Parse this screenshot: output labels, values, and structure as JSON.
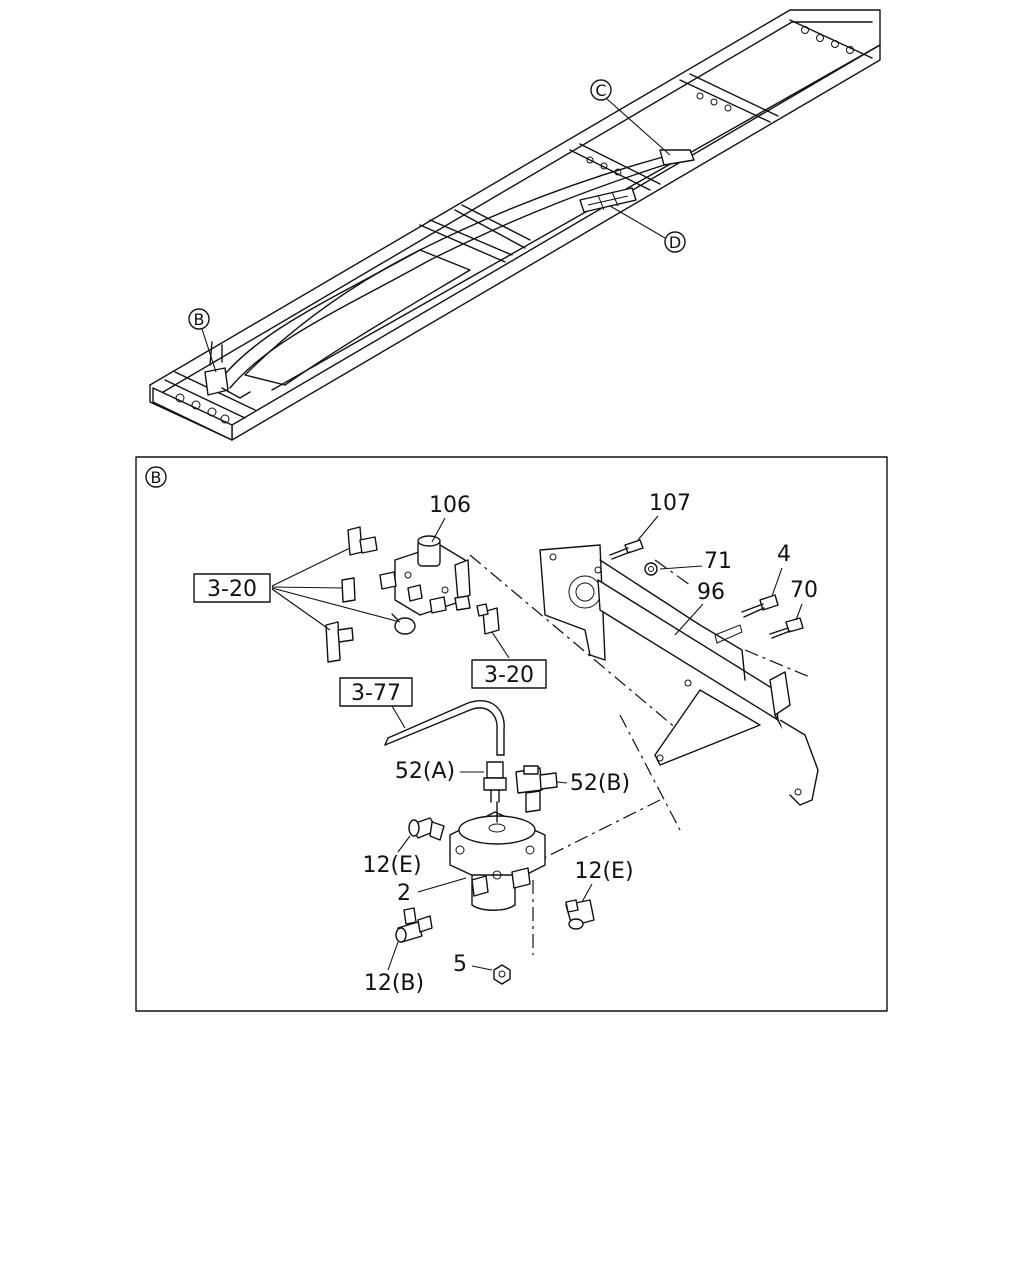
{
  "overview": {
    "callouts": [
      {
        "id": "c",
        "letter": "C"
      },
      {
        "id": "d",
        "letter": "D"
      },
      {
        "id": "b",
        "letter": "B"
      }
    ]
  },
  "detail": {
    "view_letter": "B",
    "labels": {
      "106": "106",
      "107": "107",
      "71": "71",
      "4": "4",
      "96": "96",
      "70": "70",
      "ref_3_20_a": "3-20",
      "ref_3_20_b": "3-20",
      "ref_3_77": "3-77",
      "p52a": "52(A)",
      "p52b": "52(B)",
      "p12e_left": "12(E)",
      "p12e_right": "12(E)",
      "p2": "2",
      "p5": "5",
      "p12b": "12(B)"
    }
  }
}
